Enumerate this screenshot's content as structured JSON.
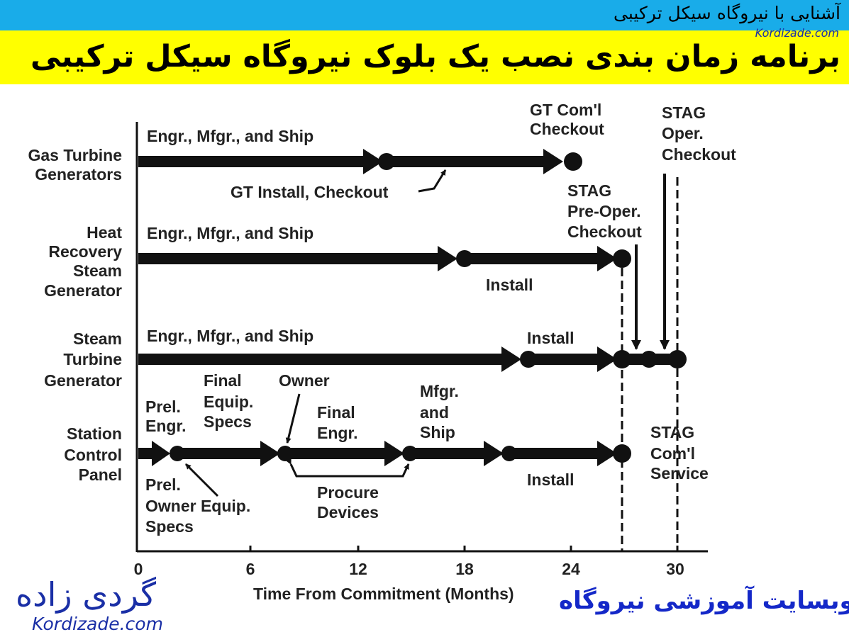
{
  "header": {
    "top_title": "آشنایی با نیروگاه سیکل ترکیبی",
    "site": "Kordizade.com",
    "main_title": "برنامه زمان بندی نصب یک بلوک نیروگاه سیکل ترکیبی",
    "colors": {
      "top_bar": "#19ace9",
      "title_bar": "#ffff00",
      "brand": "#1a2fa6"
    }
  },
  "diagram": {
    "rows": {
      "gt": [
        "Gas Turbine",
        "Generators"
      ],
      "hrsg": [
        "Heat",
        "Recovery",
        "Steam",
        "Generator"
      ],
      "stg": [
        "Steam",
        "Turbine",
        "Generator"
      ],
      "scp": [
        "Station",
        "Control",
        "Panel"
      ]
    },
    "labels": {
      "engr_ship": "Engr., Mfgr., and Ship",
      "gt_coml": [
        "GT Com'l",
        "Checkout"
      ],
      "gt_install": "GT Install, Checkout",
      "stag_oper": [
        "STAG",
        "Oper.",
        "Checkout"
      ],
      "stag_preoper": [
        "STAG",
        "Pre-Oper.",
        "Checkout"
      ],
      "install": "Install",
      "prel_engr": [
        "Prel.",
        "Engr."
      ],
      "final_equip": [
        "Final",
        "Equip.",
        "Specs"
      ],
      "owner": "Owner",
      "final_engr": [
        "Final",
        "Engr."
      ],
      "mfgr_ship": [
        "Mfgr.",
        "and",
        "Ship"
      ],
      "stag_service": [
        "STAG",
        "Com'l",
        "Service"
      ],
      "prel_owner": [
        "Prel.",
        "Owner Equip.",
        "Specs"
      ],
      "procure": [
        "Procure",
        "Devices"
      ]
    },
    "axis": {
      "ticks": [
        "0",
        "6",
        "12",
        "18",
        "24",
        "30"
      ],
      "title": "Time From Commitment (Months)"
    }
  },
  "footer": {
    "logo": "گردی زاده",
    "logo_site": "Kordizade.com",
    "brand": "وبسایت آموزشی نیروگاه"
  }
}
